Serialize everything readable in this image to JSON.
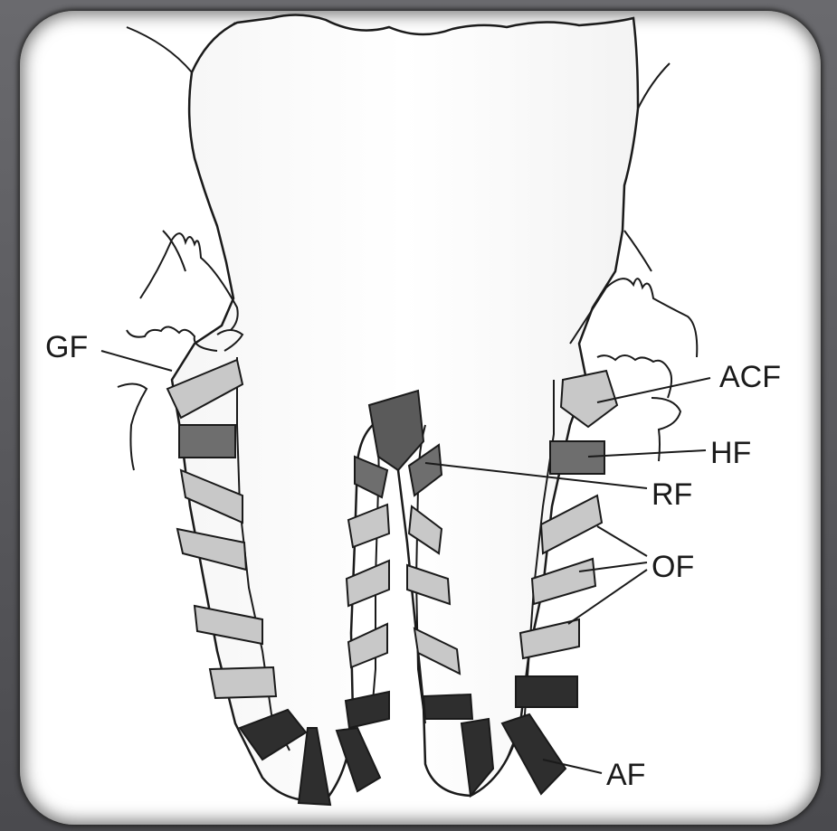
{
  "diagram": {
    "labels": {
      "gf": "GF",
      "acf": "ACF",
      "hf": "HF",
      "rf": "RF",
      "of": "OF",
      "af": "AF"
    },
    "colors": {
      "outline": "#1a1a1a",
      "light_band": "#c8c8c8",
      "medium_band": "#6e6e6e",
      "dark_band": "#2e2e2e",
      "frame": "#5b5b5f"
    }
  }
}
